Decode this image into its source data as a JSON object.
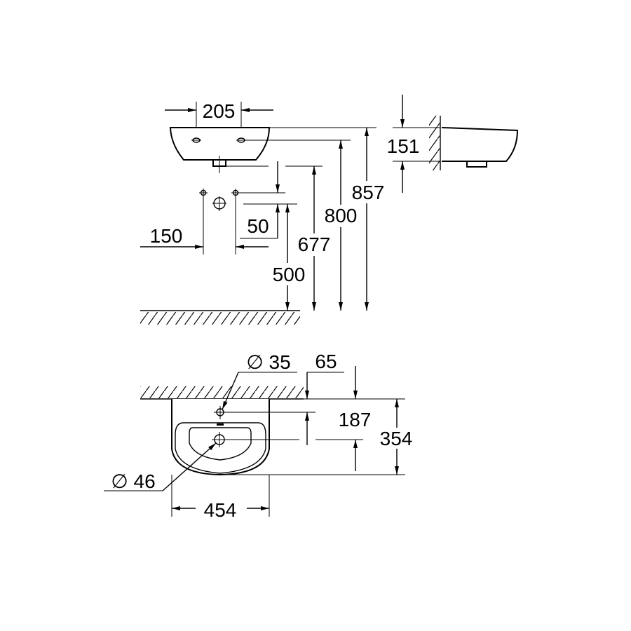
{
  "title": "Wall-hung washbasin dimension drawing",
  "front_view": {
    "tap_hole_spacing": "205",
    "rim_height": "857",
    "tap_hole_height": "800",
    "waste_outlet_height": "677",
    "supply_height": "500",
    "supply_offset": "50",
    "supply_spacing": "150"
  },
  "side_view": {
    "basin_height": "151"
  },
  "plan_view": {
    "tap_hole_diameter": "∅ 35",
    "waste_diameter": "∅ 46",
    "tap_hole_wall_offset": "65",
    "waste_distance": "187",
    "depth": "354",
    "width": "454"
  },
  "colors": {
    "line": "#000000",
    "background": "#ffffff"
  }
}
